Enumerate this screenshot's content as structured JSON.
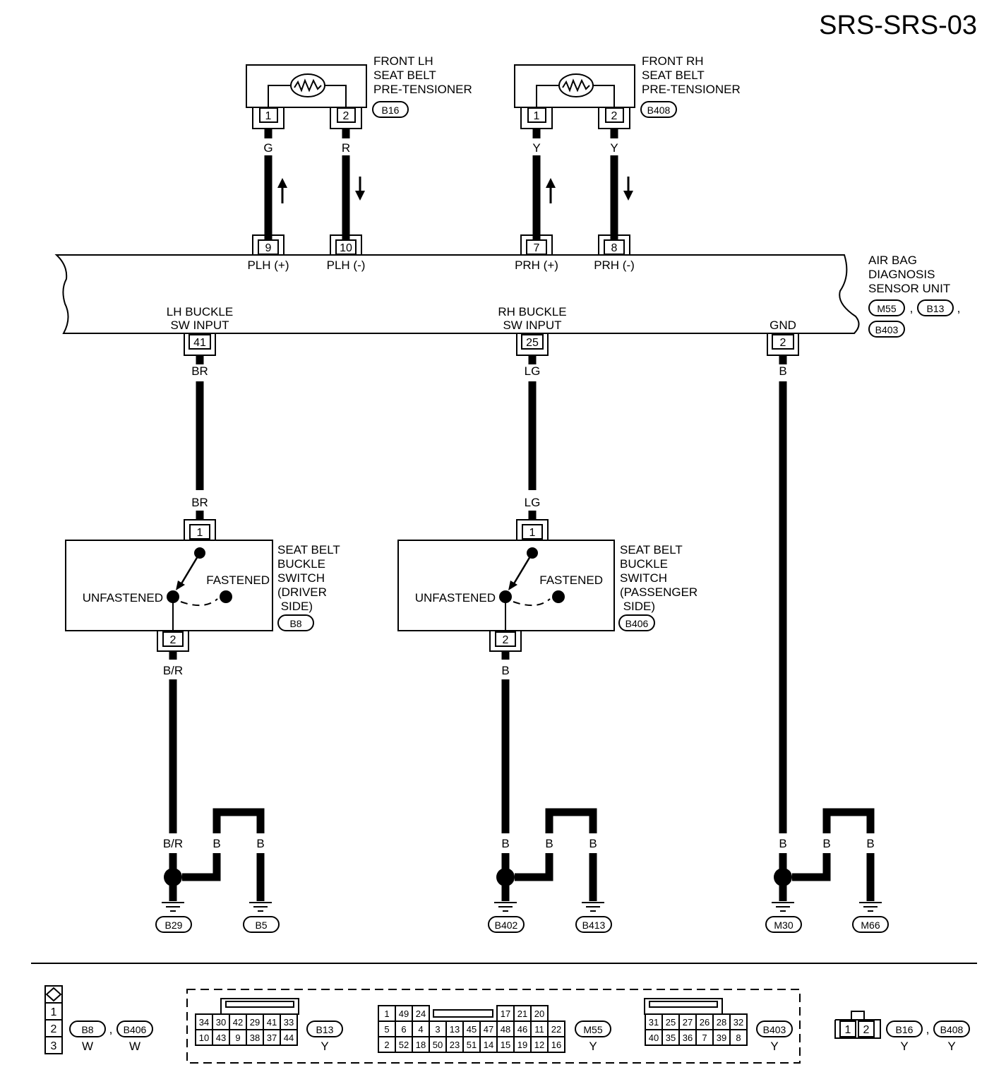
{
  "title": "SRS-SRS-03",
  "pretensioner_lh": {
    "name_lines": [
      "FRONT LH",
      "SEAT BELT",
      "PRE-TENSIONER"
    ],
    "connector": "B16",
    "pins": [
      "1",
      "2"
    ],
    "wire_colors": [
      "G",
      "R"
    ]
  },
  "pretensioner_rh": {
    "name_lines": [
      "FRONT RH",
      "SEAT BELT",
      "PRE-TENSIONER"
    ],
    "connector": "B408",
    "pins": [
      "1",
      "2"
    ],
    "wire_colors": [
      "Y",
      "Y"
    ]
  },
  "sensor_unit": {
    "name_lines": [
      "AIR BAG",
      "DIAGNOSIS",
      "SENSOR UNIT"
    ],
    "connectors": [
      "M55",
      "B13",
      "B403"
    ],
    "top_pins": [
      {
        "num": "9",
        "label": "PLH (+)"
      },
      {
        "num": "10",
        "label": "PLH (-)"
      },
      {
        "num": "7",
        "label": "PRH (+)"
      },
      {
        "num": "8",
        "label": "PRH (-)"
      }
    ],
    "bottom_pins": [
      {
        "num": "41",
        "label_lines": [
          "LH BUCKLE",
          "SW INPUT"
        ],
        "wire": "BR"
      },
      {
        "num": "25",
        "label_lines": [
          "RH BUCKLE",
          "SW INPUT"
        ],
        "wire": "LG"
      },
      {
        "num": "2",
        "label_lines": [
          "GND"
        ],
        "wire": "B"
      }
    ]
  },
  "switch_driver": {
    "name_lines": [
      "SEAT BELT",
      "BUCKLE",
      "SWITCH",
      "(DRIVER",
      " SIDE)"
    ],
    "connector": "B8",
    "pins": [
      "1",
      "2"
    ],
    "in_wire": "BR",
    "out_wire": "B/R",
    "state_unfastened": "UNFASTENED",
    "state_fastened": "FASTENED"
  },
  "switch_passenger": {
    "name_lines": [
      "SEAT BELT",
      "BUCKLE",
      "SWITCH",
      "(PASSENGER",
      " SIDE)"
    ],
    "connector": "B406",
    "pins": [
      "1",
      "2"
    ],
    "in_wire": "LG",
    "out_wire": "B",
    "state_unfastened": "UNFASTENED",
    "state_fastened": "FASTENED"
  },
  "grounds": [
    {
      "wires": [
        "B/R",
        "B",
        "B"
      ],
      "labels": [
        "B29",
        "B5"
      ]
    },
    {
      "wires": [
        "B",
        "B",
        "B"
      ],
      "labels": [
        "B402",
        "B413"
      ]
    },
    {
      "wires": [
        "B",
        "B",
        "B"
      ],
      "labels": [
        "M30",
        "M66"
      ]
    }
  ],
  "legend": {
    "three_pin": {
      "pins": [
        "1",
        "2",
        "3"
      ],
      "connectors": [
        "B8",
        "B406"
      ],
      "colors": [
        "W",
        "W"
      ],
      "sep": ","
    },
    "b13": {
      "rows": [
        [
          "34",
          "30",
          "42",
          "29",
          "41",
          "33"
        ],
        [
          "10",
          "43",
          "9",
          "38",
          "37",
          "44"
        ]
      ],
      "label": "B13",
      "color": "Y"
    },
    "m55": {
      "rows": [
        [
          "1",
          "49",
          "24",
          "",
          "17",
          "21",
          "20"
        ],
        [
          "5",
          "6",
          "4",
          "3",
          "13",
          "45",
          "47",
          "48",
          "46",
          "11",
          "22"
        ],
        [
          "2",
          "52",
          "18",
          "50",
          "23",
          "51",
          "14",
          "15",
          "19",
          "12",
          "16"
        ]
      ],
      "label": "M55",
      "color": "Y"
    },
    "b403": {
      "rows": [
        [
          "31",
          "25",
          "27",
          "26",
          "28",
          "32"
        ],
        [
          "40",
          "35",
          "36",
          "7",
          "39",
          "8"
        ]
      ],
      "label": "B403",
      "color": "Y"
    },
    "two_pin": {
      "pins": [
        "1",
        "2"
      ],
      "connectors": [
        "B16",
        "B408"
      ],
      "colors": [
        "Y",
        "Y"
      ],
      "sep": ","
    }
  }
}
